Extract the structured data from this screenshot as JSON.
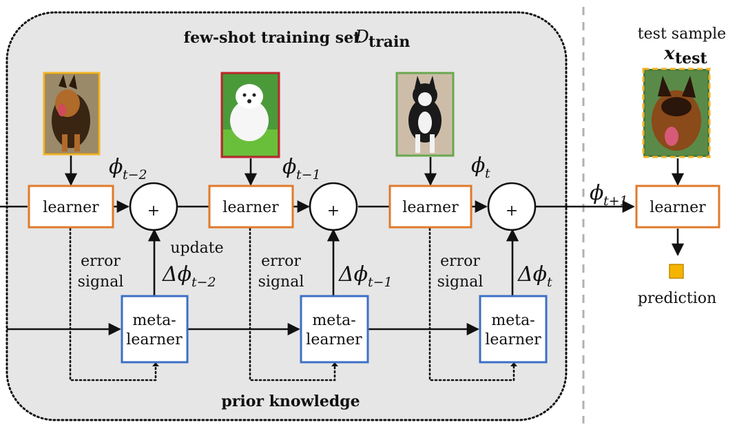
{
  "texts": {
    "train_title": "few-shot training set",
    "train_symbol": "D",
    "train_subscript": "train",
    "prior_knowledge": "prior knowledge",
    "test_title": "test sample",
    "test_symbol": "x",
    "test_subscript": "test",
    "prediction": "prediction",
    "learner": "learner",
    "meta_line1": "meta-",
    "meta_line2": "learner",
    "error_line1": "error",
    "error_line2": "signal",
    "update": "update",
    "phi": "ϕ",
    "delta_phi": "Δϕ",
    "plus": "+",
    "sub_t_minus_2": "t−2",
    "sub_t_minus_1": "t−1",
    "sub_t": "t",
    "sub_t_plus_1": "t+1"
  },
  "colors": {
    "panel_fill": "#e6e6e6",
    "learner_border": "#e07a2a",
    "meta_learner_border": "#3c6fc6",
    "image_border_1": "#f0b429",
    "image_border_2": "#c0272d",
    "image_border_3": "#6aa84f",
    "test_image_border": "#f0b429",
    "prediction_marker": "#f5b400",
    "separator": "#b0b0b0"
  },
  "icons": {
    "images": [
      "german-shepherd-photo",
      "samoyed-photo",
      "husky-photo",
      "german-shepherd-test-photo"
    ]
  }
}
